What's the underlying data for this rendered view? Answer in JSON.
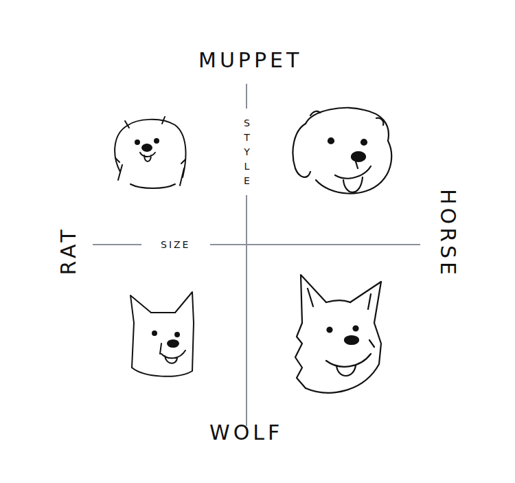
{
  "diagram": {
    "labels": [
      "MUPPET",
      "STYLE",
      "RAT",
      "SIZE",
      "HORSE",
      "WOLF"
    ]
  }
}
